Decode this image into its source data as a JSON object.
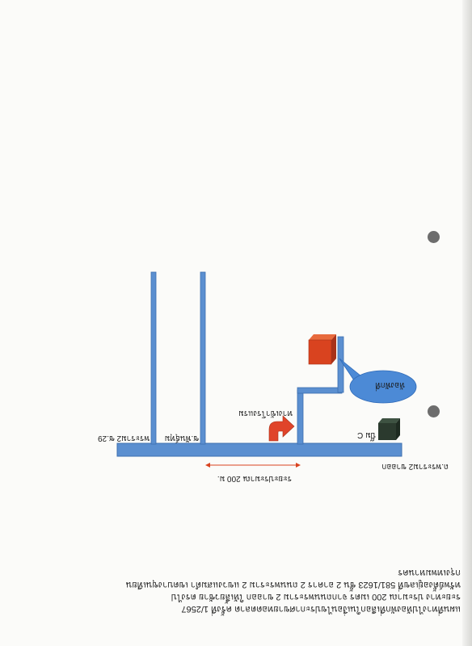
{
  "labels": {
    "road_main": "ถ.พระราม2 ขาออก",
    "soi_29": "พระราม2 ซ.29",
    "soi_left": "ซ.พันธุ์ทุม",
    "distance": "ระยะประมาณ 200 ม.",
    "turn": "ทางเข้าโรงแรม",
    "shop": "ปั๊ม C",
    "destination": "ห้องพักที่"
  },
  "note": {
    "line1": "แผนที่ทางไปห้องพักที่เลือกในเงื่อนไขประกาศขายทอดตลาด ครั้งที่ 1/2567",
    "line2": "ระยะทาง ประมาณ 200 เมตร จากถนนพระราม 2 ขาออก ให้เลี้ยวซ้าย ตรงไป",
    "line3": "ทรัพย์ตั้งอยู่เลขที่ 581/1623 ชั้น 2 อาคาร 2 ถนนพระราม 2 แขวงแสมดำ เขตบางขุนเทียน",
    "line4": "กรุงเทพมหานคร"
  },
  "colors": {
    "road": "#5b8fd0",
    "road_edge": "#3d6fb0",
    "arrow": "#e0442a",
    "box_front": "#d9431f",
    "box_top": "#e86a3d",
    "box_side": "#a8321a",
    "shop_box": "#2b3a2e",
    "callout": "#4c8ad6"
  },
  "icons": [
    "turn-arrow-icon",
    "destination-box-icon",
    "shop-box-icon"
  ]
}
